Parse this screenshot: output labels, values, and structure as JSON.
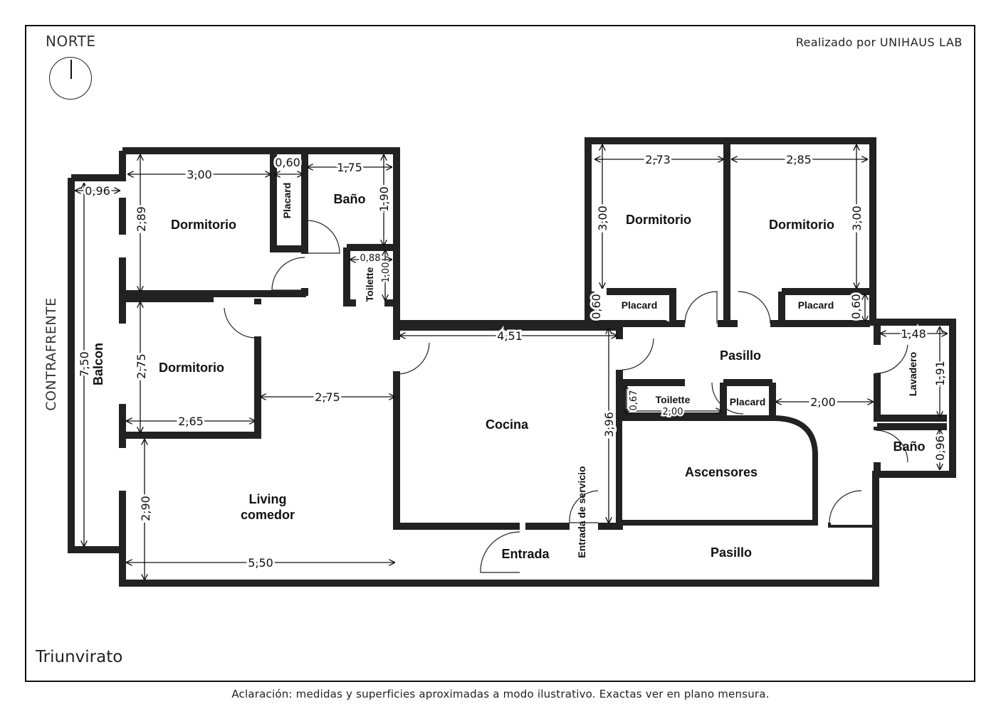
{
  "header": {
    "north_label": "NORTE",
    "credit_prefix": "Realizado por ",
    "credit_brand": "UNIHAUS LAB"
  },
  "side_label": "CONTRAFRENTE",
  "project_name": "Triunvirato",
  "footnote": "Aclaración: medidas y superficies aproximadas a modo ilustrativo. Exactas ver en plano mensura.",
  "rooms": {
    "dormitorio_1": "Dormitorio",
    "placard_1": "Placard",
    "bano_1": "Baño",
    "toilette_1": "Toilette",
    "dormitorio_2": "Dormitorio",
    "balcon": "Balcon",
    "living_line1": "Living",
    "living_line2": "comedor",
    "cocina": "Cocina",
    "entrada": "Entrada",
    "entrada_servicio": "Entrada de servicio",
    "dormitorio_3": "Dormitorio",
    "dormitorio_4": "Dormitorio",
    "placard_3": "Placard",
    "placard_4": "Placard",
    "pasillo_1": "Pasillo",
    "toilette_2": "Toilette",
    "placard_5": "Placard",
    "ascensores": "Ascensores",
    "pasillo_2": "Pasillo",
    "lavadero": "Lavadero",
    "bano_2": "Baño"
  },
  "dimensions": {
    "d_096_balcon": "0,96",
    "d_750": "7,50",
    "d_300_dorm1": "3,00",
    "d_289": "2,89",
    "d_060_placard1": "0,60",
    "d_175": "1,75",
    "d_190": "1,90",
    "d_088": "0,88",
    "d_100": "1,00",
    "d_275_dorm2": "2,75",
    "d_265": "2,65",
    "d_275_living": "2,75",
    "d_290": "2,90",
    "d_550": "5,50",
    "d_451": "4,51",
    "d_396": "3,96",
    "d_273": "2,73",
    "d_300_dorm3": "3,00",
    "d_060_placard3": "0,60",
    "d_285": "2,85",
    "d_300_dorm4": "3,00",
    "d_060_placard4": "0,60",
    "d_067": "0,67",
    "d_200_toilette": "2,00",
    "d_200_pasillo": "2,00",
    "d_148": "1,48",
    "d_191": "1,91",
    "d_096_bano": "0,96"
  }
}
